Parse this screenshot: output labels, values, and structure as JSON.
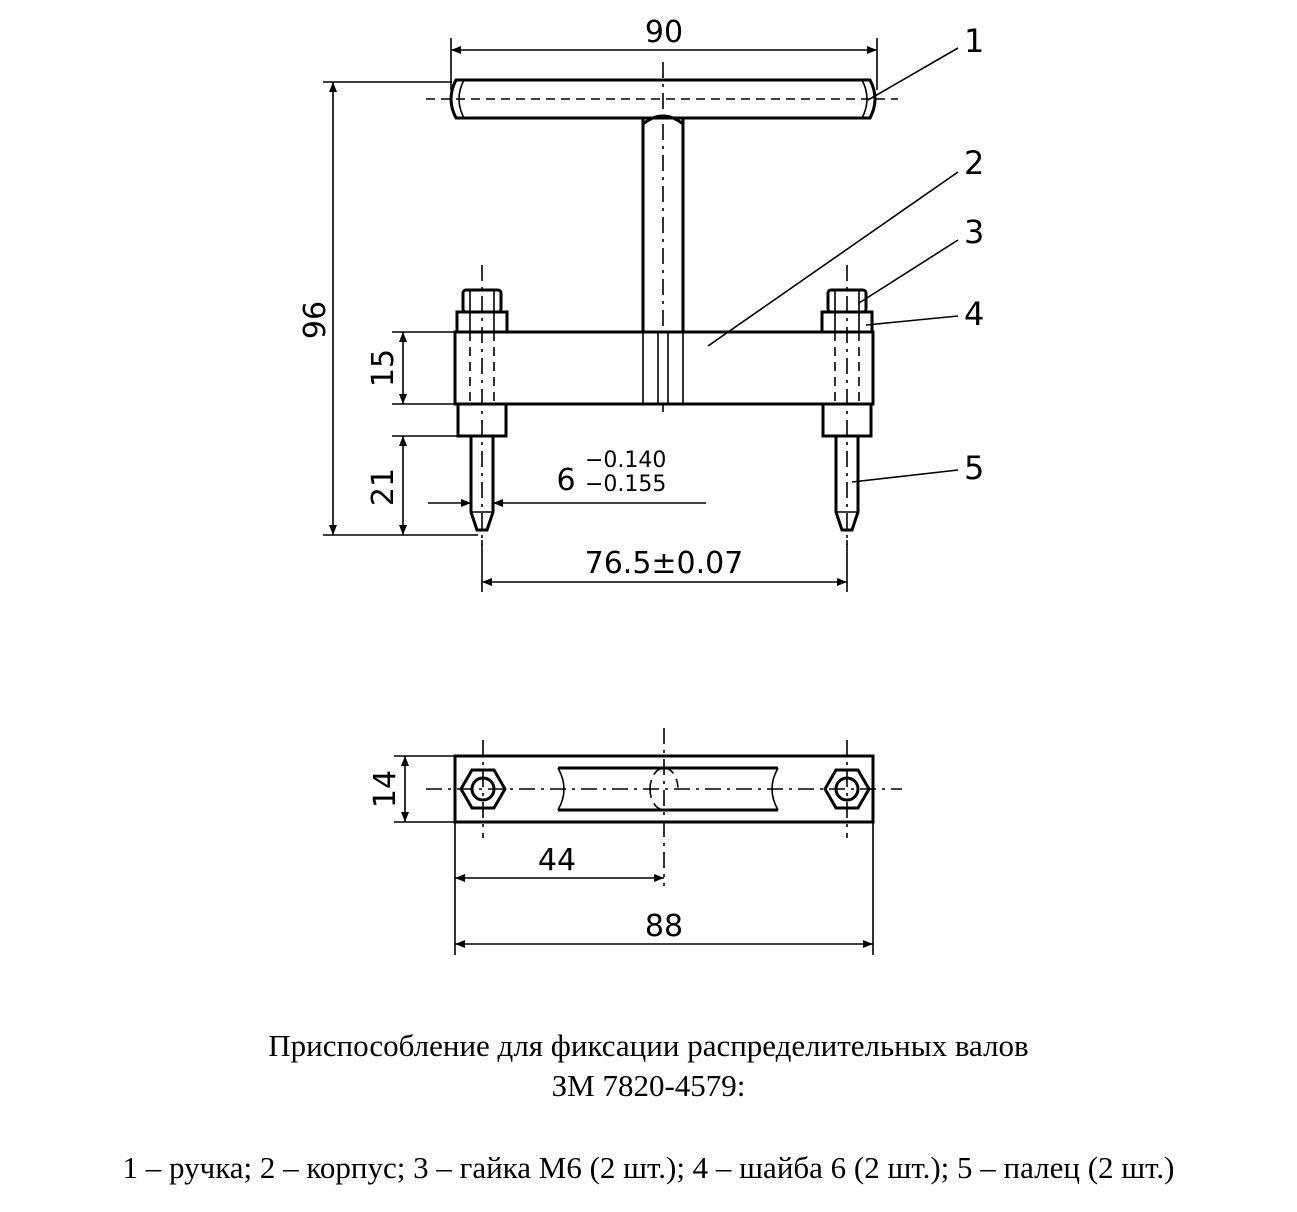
{
  "dimensions": {
    "handle_length": "90",
    "overall_height": "96",
    "body_height": "15",
    "pin_length": "21",
    "pin_diameter_nominal": "6",
    "pin_tol_upper": "−0.140",
    "pin_tol_lower": "−0.155",
    "pin_spacing": "76.5±0.07",
    "body_width": "14",
    "half_length": "44",
    "body_length": "88"
  },
  "leaders": [
    "1",
    "2",
    "3",
    "4",
    "5"
  ],
  "caption": {
    "title": "Приспособление для фиксации распределительных валов",
    "code": "ЗМ 7820-4579:",
    "legend": "1 – ручка; 2 – корпус; 3 – гайка М6 (2 шт.); 4 – шайба 6 (2 шт.); 5 – палец (2 шт.)"
  }
}
